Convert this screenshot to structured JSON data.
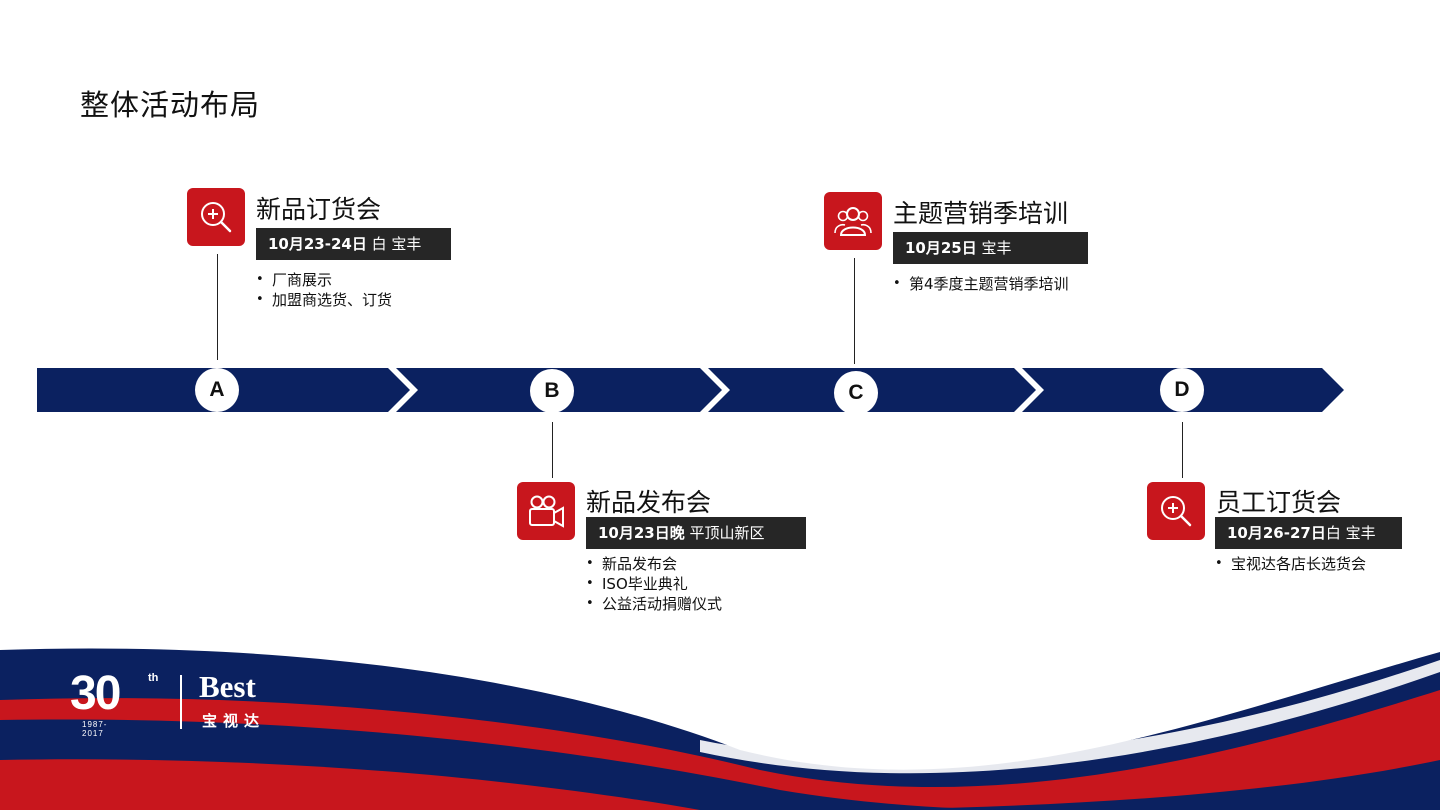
{
  "title": "整体活动布局",
  "milestones": [
    "A",
    "B",
    "C",
    "D"
  ],
  "events": [
    {
      "title": "新品订货会",
      "date_bold": "10月23-24日",
      "date_rest": " 白 宝丰",
      "bullets": [
        "厂商展示",
        "加盟商选货、订货"
      ],
      "icon": "search-plus-icon"
    },
    {
      "title": "新品发布会",
      "date_bold": "10月23日晚",
      "date_rest": "  平顶山新区",
      "bullets": [
        "新品发布会",
        "ISO毕业典礼",
        "公益活动捐赠仪式"
      ],
      "icon": "video-camera-icon"
    },
    {
      "title": "主题营销季培训",
      "date_bold": "10月25日",
      "date_rest": " 宝丰",
      "bullets": [
        "第4季度主题营销季培训"
      ],
      "icon": "users-icon"
    },
    {
      "title": "员工订货会",
      "date_bold": "10月26-27日",
      "date_rest": "白 宝丰",
      "bullets": [
        "宝视达各店长选货会"
      ],
      "icon": "search-plus-icon"
    }
  ],
  "logo": {
    "anniversary": "30",
    "superscript": "th",
    "years": "1987-2017",
    "brand": "Best",
    "brand_cn": "宝视达"
  },
  "colors": {
    "navy": "#0b2160",
    "red": "#c8161d",
    "dark_label": "#262626"
  }
}
